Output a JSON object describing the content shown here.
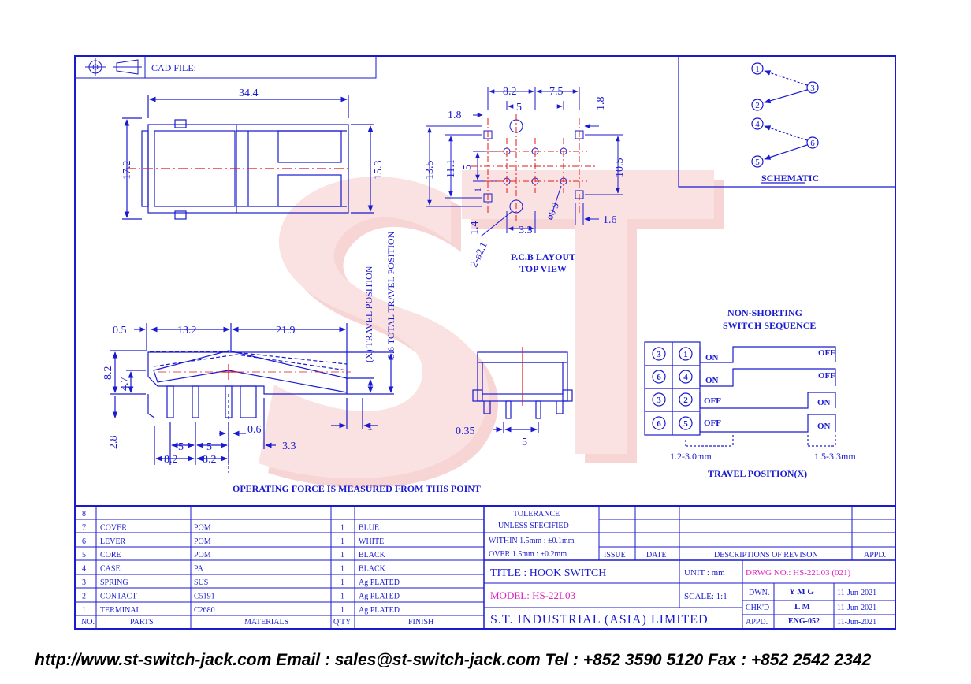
{
  "cad_file_label": "CAD FILE:",
  "watermark": "ST",
  "colors": {
    "line": "#1a1ad0",
    "red": "#e01818",
    "magenta": "#e020c0",
    "watermark": "#f0a8a8"
  },
  "top_view": {
    "dim_width": "34.4",
    "dim_height_left": "17.2",
    "dim_height_right": "15.3"
  },
  "side_view": {
    "dim_0_5": "0.5",
    "dim_13_2": "13.2",
    "dim_21_9": "21.9",
    "dim_8_2v": "8.2",
    "dim_4_7": "4.7",
    "dim_2_8": "2.8",
    "dim_5a": "5",
    "dim_5b": "5",
    "dim_0_6": "0.6",
    "dim_3_3": "3.3",
    "dim_8_2a": "8.2",
    "dim_8_2b": "8.2",
    "dim_1": "1",
    "travel": "(X) TRAVEL POSITION",
    "total_travel": "5.6 TOTAL TRAVEL POSITION",
    "operating_force": "OPERATING FORCE IS MEASURED FROM THIS POINT"
  },
  "pcb": {
    "dim_8_2": "8.2",
    "dim_7_5": "7.5",
    "dim_1_8a": "1.8",
    "dim_5top": "5",
    "dim_1_8b": "1.8",
    "dim_13_5": "13.5",
    "dim_11_1": "11.1",
    "dim_5mid": "5",
    "dim_1": "1",
    "dim_10_5": "10.5",
    "dim_1_4": "1.4",
    "dim_3_3": "3.3",
    "dim_1_6": "1.6",
    "dim_phi09": "ø0.9",
    "dim_phi21": "2-ø2.1",
    "title": "P.C.B LAYOUT",
    "subtitle": "TOP VIEW"
  },
  "end_view": {
    "dim_0_35": "0.35",
    "dim_5": "5"
  },
  "schematic": {
    "pins": [
      "1",
      "2",
      "3",
      "4",
      "5",
      "6"
    ],
    "label": "SCHEMATIC"
  },
  "sequence": {
    "title1": "NON-SHORTING",
    "title2": "SWITCH SEQUENCE",
    "rows": [
      {
        "a": "3",
        "b": "1",
        "left": "ON",
        "right": "OFF"
      },
      {
        "a": "6",
        "b": "4",
        "left": "ON",
        "right": "OFF"
      },
      {
        "a": "3",
        "b": "2",
        "left": "OFF",
        "right": "ON"
      },
      {
        "a": "6",
        "b": "5",
        "left": "OFF",
        "right": "ON"
      }
    ],
    "range1": "1.2-3.0mm",
    "range2": "1.5-3.3mm",
    "axis": "TRAVEL POSITION(X)"
  },
  "bom": {
    "headers": {
      "no": "NO.",
      "parts": "PARTS",
      "materials": "MATERIALS",
      "qty": "Q'TY",
      "finish": "FINISH"
    },
    "rows": [
      {
        "no": "8",
        "part": "",
        "material": "",
        "qty": "",
        "finish": ""
      },
      {
        "no": "7",
        "part": "COVER",
        "material": "POM",
        "qty": "1",
        "finish": "BLUE"
      },
      {
        "no": "6",
        "part": "LEVER",
        "material": "POM",
        "qty": "1",
        "finish": "WHITE"
      },
      {
        "no": "5",
        "part": "CORE",
        "material": "POM",
        "qty": "1",
        "finish": "BLACK"
      },
      {
        "no": "4",
        "part": "CASE",
        "material": "PA",
        "qty": "1",
        "finish": "BLACK"
      },
      {
        "no": "3",
        "part": "SPRING",
        "material": "SUS",
        "qty": "1",
        "finish": "Ag PLATED"
      },
      {
        "no": "2",
        "part": "CONTACT",
        "material": "C5191",
        "qty": "1",
        "finish": "Ag PLATED"
      },
      {
        "no": "1",
        "part": "TERMINAL",
        "material": "C2680",
        "qty": "1",
        "finish": "Ag PLATED"
      }
    ]
  },
  "tolerance": {
    "line1": "TOLERANCE",
    "line2": "UNLESS SPECIFIED",
    "line3": "WITHIN 1.5mm : ±0.1mm",
    "line4": "OVER 1.5mm : ±0.2mm"
  },
  "revision": {
    "issue": "ISSUE",
    "date": "DATE",
    "desc": "DESCRIPTIONS OF REVISON",
    "appd": "APPD."
  },
  "title_block": {
    "title": "TITLE : HOOK SWITCH",
    "unit": "UNIT : mm",
    "drawing_no": "DRWG NO.: HS-22L03 (021)",
    "model": "MODEL: HS-22L03",
    "scale": "SCALE: 1:1",
    "company": "S.T. INDUSTRIAL (ASIA) LIMITED",
    "dwn_label": "DWN.",
    "dwn_by": "Y M G",
    "dwn_date": "11-Jun-2021",
    "chk_label": "CHK'D",
    "chk_by": "L M",
    "chk_date": "11-Jun-2021",
    "appd_label": "APPD.",
    "appd_by": "ENG-052",
    "appd_date": "11-Jun-2021"
  },
  "footer": "http://www.st-switch-jack.com  Email : sales@st-switch-jack.com  Tel : +852 3590 5120  Fax : +852 2542 2342"
}
